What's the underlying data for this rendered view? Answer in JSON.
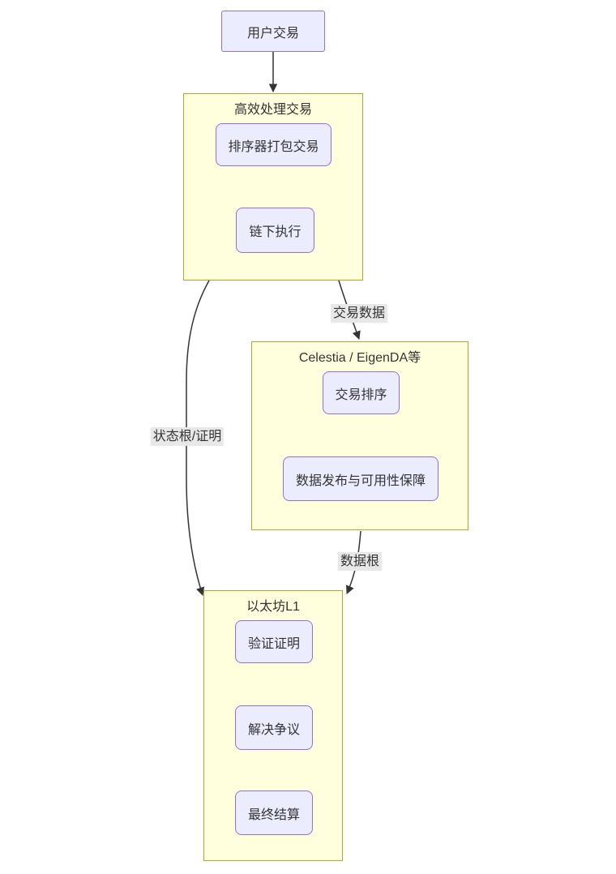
{
  "diagram": {
    "type": "flowchart-top-down",
    "colors": {
      "node_fill": "#ECECFF",
      "node_border": "#9370DB",
      "cluster_fill": "#FFFFDE",
      "cluster_border": "#AAAA33",
      "edge_color": "#333333",
      "edge_label_bg": "#E8E8E8",
      "text_color": "#333333"
    },
    "nodes": {
      "user_tx": {
        "label": "用户交易"
      },
      "l2": {
        "title": "高效处理交易",
        "children": [
          {
            "label": "排序器打包交易"
          },
          {
            "label": "链下执行"
          }
        ]
      },
      "da": {
        "title": "Celestia / EigenDA等",
        "children": [
          {
            "label": "交易排序"
          },
          {
            "label": "数据发布与可用性保障"
          }
        ]
      },
      "l1": {
        "title": "以太坊L1",
        "children": [
          {
            "label": "验证证明"
          },
          {
            "label": "解决争议"
          },
          {
            "label": "最终结算"
          }
        ]
      }
    },
    "edges": [
      {
        "from": "用户交易",
        "to": "高效处理交易",
        "label": ""
      },
      {
        "from": "高效处理交易",
        "to": "Celestia / EigenDA等",
        "label": "交易数据"
      },
      {
        "from": "高效处理交易",
        "to": "以太坊L1",
        "label": "状态根/证明"
      },
      {
        "from": "Celestia / EigenDA等",
        "to": "以太坊L1",
        "label": "数据根"
      }
    ]
  }
}
